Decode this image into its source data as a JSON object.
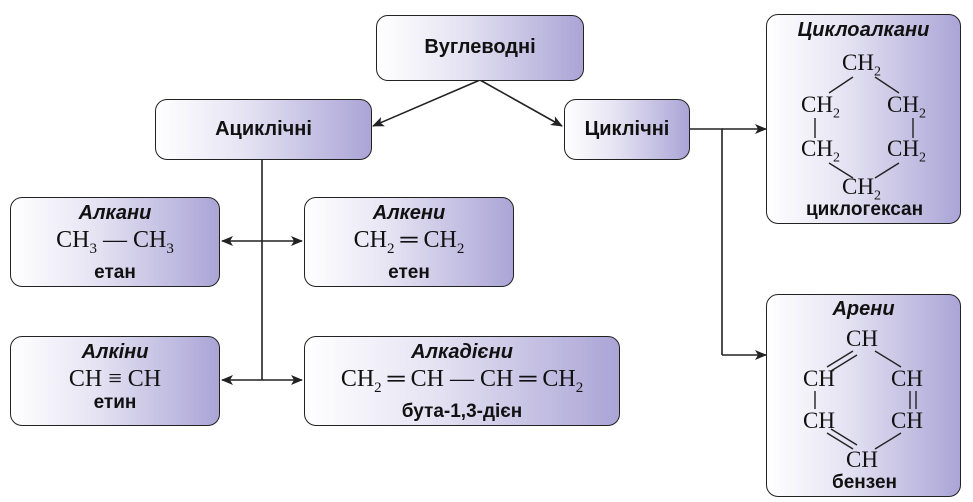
{
  "root": {
    "label": "Вуглеводні"
  },
  "acyclic": {
    "label": "Ациклічні"
  },
  "cyclic": {
    "label": "Циклічні"
  },
  "alkanes": {
    "title": "Алкани",
    "formula": [
      "CH",
      "3",
      " — CH",
      "3"
    ],
    "name": "етан"
  },
  "alkenes": {
    "title": "Алкени",
    "formula": [
      "CH",
      "2",
      " ═ CH",
      "2"
    ],
    "name": "етен"
  },
  "alkynes": {
    "title": "Алкіни",
    "formula": "CH ≡ CH",
    "name": "етин"
  },
  "alkadienes": {
    "title": "Алкадієни",
    "formula": [
      "CH",
      "2",
      " ═ CH — CH ═ CH",
      "2"
    ],
    "name": "бута-1,3-дієн"
  },
  "cycloalkanes": {
    "title": "Циклоалкани",
    "group": [
      "CH",
      "2"
    ],
    "name": "циклогексан"
  },
  "arenes": {
    "title": "Арени",
    "group": "CH",
    "name": "бензен"
  },
  "colors": {
    "box_gradient_end": "#aba4d6",
    "line": "#222222"
  }
}
